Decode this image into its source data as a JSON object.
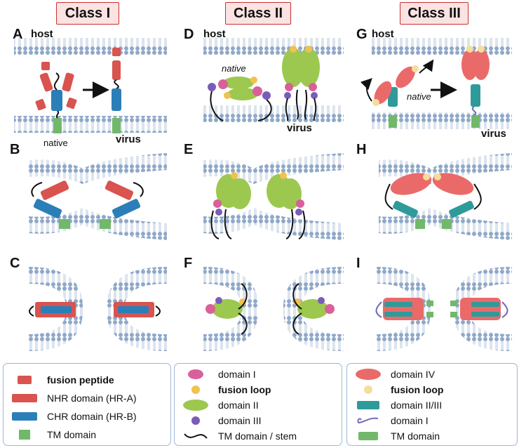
{
  "titles": [
    "Class I",
    "Class II",
    "Class III"
  ],
  "panels": [
    "A",
    "B",
    "C",
    "D",
    "E",
    "F",
    "G",
    "H",
    "I"
  ],
  "labels": {
    "host_a": "host",
    "virus_a": "virus",
    "native_a": "native",
    "host_d": "host",
    "virus_d": "virus",
    "native_d": "native",
    "host_g": "host",
    "virus_g": "virus",
    "native_g": "native"
  },
  "legend1": [
    {
      "icon": "fusion-peptide-icon",
      "label": "fusion peptide",
      "bold": true
    },
    {
      "icon": "nhr-domain-icon",
      "label": "NHR domain (HR-A)",
      "bold": false
    },
    {
      "icon": "chr-domain-icon",
      "label": "CHR domain (HR-B)",
      "bold": false
    },
    {
      "icon": "tm-domain-icon",
      "label": "TM domain",
      "bold": false
    }
  ],
  "legend2": [
    {
      "icon": "domain-i-icon",
      "label": "domain I",
      "bold": false
    },
    {
      "icon": "fusion-loop-icon",
      "label": "fusion loop",
      "bold": true
    },
    {
      "icon": "domain-ii-icon",
      "label": "domain II",
      "bold": false
    },
    {
      "icon": "domain-iii-icon",
      "label": "domain III",
      "bold": false
    },
    {
      "icon": "tm-stem-icon",
      "label": "TM domain / stem",
      "bold": false
    }
  ],
  "legend3": [
    {
      "icon": "domain-iv-icon",
      "label": "domain IV",
      "bold": false
    },
    {
      "icon": "fusion-loop-icon",
      "label": "fusion loop",
      "bold": true
    },
    {
      "icon": "domain-ii-iii-icon",
      "label": "domain II/III",
      "bold": false
    },
    {
      "icon": "domain-i-icon",
      "label": "domain I",
      "bold": false
    },
    {
      "icon": "tm-domain-icon",
      "label": "TM domain",
      "bold": false
    }
  ],
  "colors": {
    "red": "#d9534f",
    "blue": "#2b7fb8",
    "green": "#72b86b",
    "pink": "#d9609a",
    "yellow": "#f2c14e",
    "lime": "#9cc84f",
    "purple": "#7a5cb8",
    "salmon": "#ea6a6a",
    "cream": "#f7dc9c",
    "teal": "#2f9a9a",
    "violet": "#6f6ab8",
    "membrane": "#8fa8c8"
  }
}
